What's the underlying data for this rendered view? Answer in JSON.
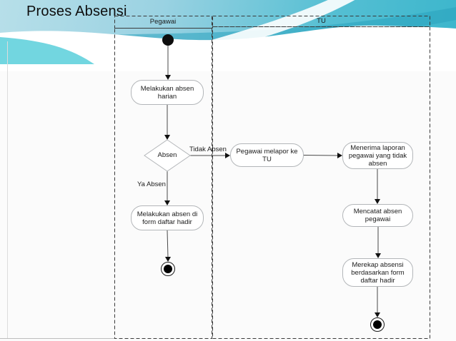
{
  "slide": {
    "title": "Proses Absensi"
  },
  "diagram": {
    "lanes": {
      "pegawai": {
        "label": "Pegawai"
      },
      "tu": {
        "label": "TU"
      }
    },
    "nodes": {
      "start": {
        "type": "initial-node"
      },
      "a1": {
        "type": "activity",
        "lane": "pegawai",
        "lines": [
          "Melakukan absen",
          "harian"
        ]
      },
      "d1": {
        "type": "decision",
        "lane": "pegawai",
        "label": "Absen"
      },
      "a2": {
        "type": "activity",
        "lane": "pegawai",
        "lines": [
          "Melakukan absen di",
          "form daftar hadir"
        ]
      },
      "end_pegawai": {
        "type": "final-node"
      },
      "a3": {
        "type": "activity",
        "lane": "tu",
        "lines": [
          "Pegawai melapor ke",
          "TU"
        ]
      },
      "a4": {
        "type": "activity",
        "lane": "tu",
        "lines": [
          "Menerima laporan",
          "pegawai yang tidak",
          "absen"
        ]
      },
      "a5": {
        "type": "activity",
        "lane": "tu",
        "lines": [
          "Mencatat absen",
          "pegawai"
        ]
      },
      "a6": {
        "type": "activity",
        "lane": "tu",
        "lines": [
          "Merekap absensi",
          "berdasarkan form",
          "daftar hadir"
        ]
      },
      "end_tu": {
        "type": "final-node"
      }
    },
    "edge_labels": {
      "tidak": "Tidak Absen",
      "ya": "Ya Absen"
    }
  },
  "colors": {
    "wave_teal_dark": "#29a3bd",
    "wave_teal_mid": "#55bfd3",
    "wave_cyan_light": "#72d6e0",
    "wave_sky_light": "#b7dfe9",
    "node_border": "#b3b6b9",
    "edge_line": "#4a4a4a",
    "lane_border": "#3a3a3a",
    "text": "#1c1c1c"
  }
}
